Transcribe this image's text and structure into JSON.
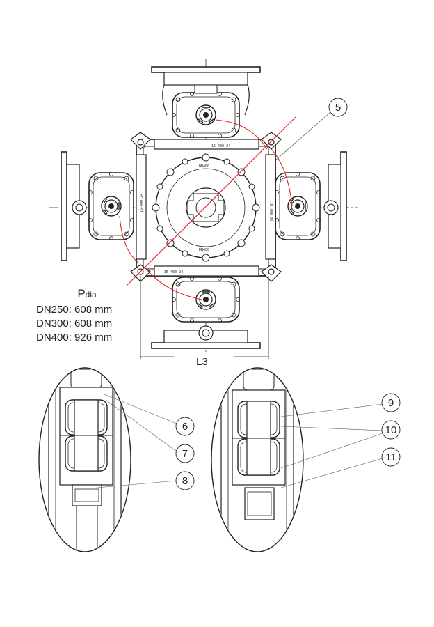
{
  "pdia": {
    "symbol": "P",
    "subscript": "dia",
    "rows": [
      {
        "dn": "DN250",
        "value": "608 mm"
      },
      {
        "dn": "DN300",
        "value": "608 mm"
      },
      {
        "dn": "DN400",
        "value": "926 mm"
      }
    ]
  },
  "dimension": {
    "label": "L3"
  },
  "callouts": [
    "5",
    "6",
    "7",
    "8",
    "9",
    "10",
    "11"
  ],
  "plate_marks": {
    "top": "15-400-24",
    "bottom": "15-400-24",
    "left": "15-400-24",
    "right": "15-400-24",
    "center_top": "DN400",
    "center_bottom": "DN400"
  },
  "colors": {
    "line": "#222222",
    "accent": "#e0241b"
  }
}
